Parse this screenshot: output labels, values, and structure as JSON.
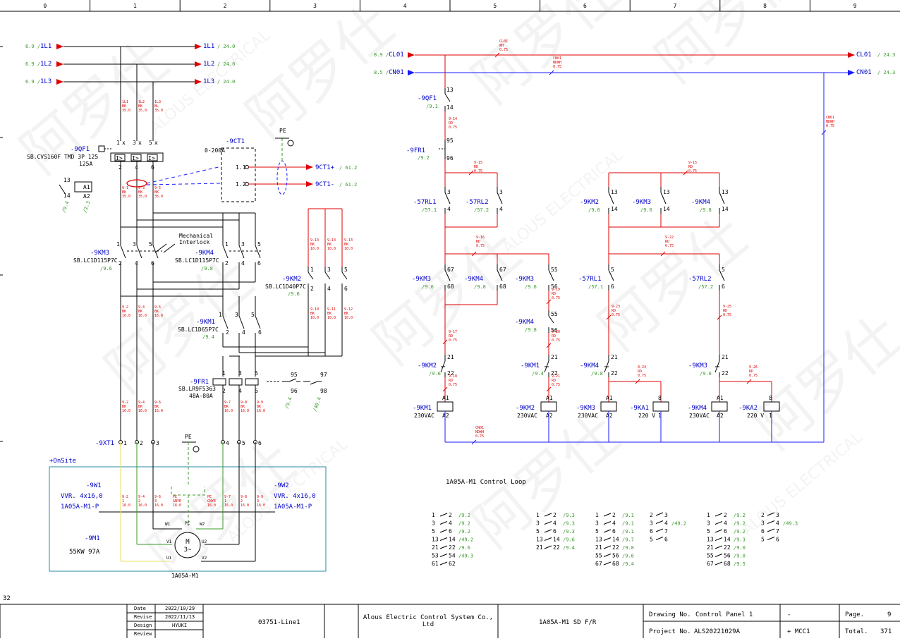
{
  "column_numbers": [
    "0",
    "1",
    "2",
    "3",
    "4",
    "5",
    "6",
    "7",
    "8",
    "9"
  ],
  "page_marker": "32",
  "left_power": {
    "feeds_in": [
      {
        "ref": "6.9 /",
        "label": "1L1"
      },
      {
        "ref": "6.9 /",
        "label": "1L2"
      },
      {
        "ref": "6.9 /",
        "label": "1L3"
      }
    ],
    "feeds_out": [
      {
        "label": "1L1",
        "ref": "/ 24.0"
      },
      {
        "label": "1L2",
        "ref": "/ 24.0"
      },
      {
        "label": "1L3",
        "ref": "/ 24.0"
      }
    ],
    "cable_labels_top": [
      [
        "1L1",
        "BK",
        "35.0"
      ],
      [
        "1L2",
        "BK",
        "35.0"
      ],
      [
        "1L3",
        "BL",
        "35.0"
      ]
    ],
    "qf1": {
      "tag": "-9QF1",
      "type": "SB.CVS160F TMD 3P 125",
      "rating": "125A",
      "aux": [
        "13",
        "14",
        "A1",
        "A2"
      ],
      "aux_refs": [
        "/9.4",
        "/2.3"
      ]
    },
    "ct1": {
      "tag": "-9CT1",
      "range": "0-200A",
      "terminals": [
        "1.1",
        "1.2"
      ],
      "outputs": [
        {
          "label": "9CT1+",
          "ref": "/ 61.2"
        },
        {
          "label": "9CT1-",
          "ref": "/ 61.2"
        }
      ],
      "pe": "PE"
    },
    "cables_after_qf": [
      [
        "9-1",
        "BK",
        "35.0"
      ],
      [
        "9-3",
        "BK",
        "35.0"
      ],
      [
        "9-5",
        "BK",
        "35.0"
      ]
    ],
    "km3": {
      "tag": "-9KM3",
      "type": "SB.LC1D115P7C",
      "ref": "/9.6"
    },
    "km4": {
      "tag": "-9KM4",
      "type": "SB.LC1D115P7C",
      "ref": "/9.8"
    },
    "interlock": [
      "Mechanical",
      "Interlock"
    ],
    "km2": {
      "tag": "-9KM2",
      "type": "SB.LC1D40P7C",
      "ref": "/9.6"
    },
    "km1": {
      "tag": "-9KM1",
      "type": "SB.LC1D65P7C",
      "ref": "/9.4"
    },
    "fr1": {
      "tag": "-9FR1",
      "type": "SB.LR9F5363",
      "range": "48A-80A",
      "contacts": [
        "95",
        "96",
        "97",
        "98"
      ],
      "refs": [
        "/9.4",
        "/40.4"
      ]
    },
    "cables_km": [
      [
        "9-2",
        "BK",
        "16.0"
      ],
      [
        "9-4",
        "BK",
        "16.0"
      ],
      [
        "9-6",
        "BK",
        "16.0"
      ]
    ],
    "cables_km2_top": [
      [
        "9-13",
        "BK",
        "10.0"
      ],
      [
        "9-13",
        "BK",
        "10.0"
      ],
      [
        "9-13",
        "BK",
        "10.0"
      ]
    ],
    "cables_km2_bot": [
      [
        "9-10",
        "BK",
        "10.0"
      ],
      [
        "9-11",
        "BK",
        "10.0"
      ],
      [
        "9-12",
        "BK",
        "10.0"
      ]
    ],
    "cables_bottom_left": [
      [
        "9-2",
        "BK",
        "16.0"
      ],
      [
        "9-4",
        "BK",
        "16.0"
      ],
      [
        "9-6",
        "BK",
        "16.0"
      ]
    ],
    "cables_bottom_right": [
      [
        "9-7",
        "BK",
        "16.0"
      ],
      [
        "9-8",
        "BK",
        "16.0"
      ],
      [
        "9-9",
        "BK",
        "16.0"
      ]
    ],
    "xt1": {
      "tag": "-9XT1",
      "terminals": [
        "1",
        "2",
        "3",
        "PE",
        "4",
        "5",
        "6"
      ]
    },
    "onsite_label": "+OnSite",
    "w1": {
      "tag": "-9W1",
      "cable": "VVR. 4x16,0",
      "dest": "1A05A-M1-P"
    },
    "w2": {
      "tag": "-9W2",
      "cable": "VVR. 4x16,0",
      "dest": "1A05A-M1-P"
    },
    "w_cables_l": [
      [
        "9-2",
        "1",
        "16.0"
      ],
      [
        "9-4",
        "2",
        "16.0"
      ],
      [
        "9-6",
        "3",
        "16.0"
      ],
      [
        "PE",
        "GNYE",
        "16.0"
      ]
    ],
    "w_cables_r": [
      [
        "PE",
        "GNYE",
        "16.0"
      ],
      [
        "9-7",
        "1",
        "16.0"
      ],
      [
        "9-8",
        "2",
        "16.0"
      ],
      [
        "9-9",
        "3",
        "16.0"
      ]
    ],
    "motor": {
      "tag": "-9M1",
      "power": "55KW 97A",
      "name": "1A05A-M1",
      "symbol": "M",
      "phase": "3~",
      "terms": [
        "W1",
        "PE",
        "W2",
        "V1",
        "U2",
        "U1",
        "V2"
      ]
    }
  },
  "control": {
    "feed_in": [
      {
        "ref": "8.9 /",
        "label": "CL01"
      },
      {
        "ref": "8.5 /",
        "label": "CN01"
      }
    ],
    "feed_out": [
      {
        "label": "CL01",
        "ref": "/ 24.3"
      },
      {
        "label": "CN01",
        "ref": "/ 24.3"
      }
    ],
    "bus_labels": [
      [
        "CL01",
        "WH",
        "0.75"
      ],
      [
        "CN01",
        "NDWH",
        "0.75"
      ],
      [
        "CN01",
        "NDWH",
        "0.75"
      ]
    ],
    "qf1": {
      "tag": "-9QF1",
      "ref": "/9.1",
      "pins": [
        "13",
        "14"
      ]
    },
    "fr1": {
      "tag": "-9FR1",
      "ref": "/9.2",
      "pins": [
        "95",
        "96"
      ]
    },
    "wires": [
      [
        "9-14",
        "RD",
        "0.75"
      ],
      [
        "9-15",
        "RD",
        "0.75"
      ],
      [
        "9-18",
        "RD",
        "0.75"
      ],
      [
        "9-16",
        "RD",
        "0.75"
      ],
      [
        "9-22",
        "RD",
        "0.75"
      ],
      [
        "9-17",
        "RD",
        "0.75"
      ],
      [
        "9-18",
        "RD",
        "0.75"
      ],
      [
        "9-19",
        "RD",
        "0.75"
      ],
      [
        "9-20",
        "RD",
        "0.75"
      ],
      [
        "9-21",
        "RD",
        "0.75"
      ],
      [
        "9-23",
        "RD",
        "0.75"
      ],
      [
        "9-25",
        "RD",
        "0.75"
      ],
      [
        "9-24",
        "RD",
        "0.75"
      ],
      [
        "9-26",
        "RD",
        "0.75"
      ],
      [
        "CN01",
        "NDWH",
        "0.75"
      ]
    ],
    "row1": [
      {
        "tag": "-57RL1",
        "ref": "/57.1",
        "pins": [
          "3",
          "4"
        ]
      },
      {
        "tag": "-57RL2",
        "ref": "/57.2",
        "pins": [
          "3",
          "4"
        ]
      },
      {
        "tag": "-9KM2",
        "ref": "/9.6",
        "pins": [
          "13",
          "14"
        ]
      },
      {
        "tag": "-9KM3",
        "ref": "/9.6",
        "pins": [
          "13",
          "14"
        ]
      },
      {
        "tag": "-9KM4",
        "ref": "/9.8",
        "pins": [
          "13",
          "14"
        ]
      }
    ],
    "row2": [
      {
        "tag": "-9KM3",
        "ref": "/9.6",
        "pins": [
          "67",
          "68"
        ]
      },
      {
        "tag": "-9KM4",
        "ref": "/9.8",
        "pins": [
          "67",
          "68"
        ]
      },
      {
        "tag": "-9KM3",
        "ref": "/9.6",
        "pins": [
          "55",
          "56"
        ]
      },
      {
        "tag": "-57RL1",
        "ref": "/57.1",
        "pins": [
          "5",
          "6"
        ]
      },
      {
        "tag": "-57RL2",
        "ref": "/57.2",
        "pins": [
          "5",
          "6"
        ]
      }
    ],
    "km4_mid": {
      "tag": "-9KM4",
      "ref": "/9.8",
      "pins": [
        "55",
        "56"
      ]
    },
    "row3": [
      {
        "tag": "-9KM2",
        "ref": "/9.6",
        "pins": [
          "21",
          "22"
        ]
      },
      {
        "tag": "-9KM1",
        "ref": "/9.4",
        "pins": [
          "21",
          "22"
        ]
      },
      {
        "tag": "-9KM4",
        "ref": "/9.8",
        "pins": [
          "21",
          "22"
        ]
      },
      {
        "tag": "-9KM3",
        "ref": "/9.6",
        "pins": [
          "21",
          "22"
        ]
      }
    ],
    "coils": [
      {
        "tag": "-9KM1",
        "volt": "230VAC"
      },
      {
        "tag": "-9KM2",
        "volt": "230VAC"
      },
      {
        "tag": "-9KM3",
        "volt": "230VAC"
      },
      {
        "tag": "-9KA1",
        "volt": "220 V"
      },
      {
        "tag": "-9KM4",
        "volt": "230VAC"
      },
      {
        "tag": "-9KA2",
        "volt": "220 V"
      }
    ],
    "coil_pins": [
      "A1",
      "A2",
      "8",
      "1"
    ],
    "title": "1A05A-M1 Control Loop"
  },
  "xref_tables": [
    {
      "rows": [
        [
          "1",
          "2",
          "/9.2"
        ],
        [
          "3",
          "4",
          "/9.2"
        ],
        [
          "5",
          "6",
          "/9.2"
        ],
        [
          "13",
          "14",
          "/49.2"
        ],
        [
          "21",
          "22",
          "/9.6"
        ],
        [
          "53",
          "54",
          "/49.3"
        ],
        [
          "61",
          "62",
          ""
        ]
      ]
    },
    {
      "rows": [
        [
          "1",
          "2",
          "/9.3"
        ],
        [
          "3",
          "4",
          "/9.3"
        ],
        [
          "5",
          "6",
          "/9.3"
        ],
        [
          "13",
          "14",
          "/9.6"
        ],
        [
          "21",
          "22",
          "/9.4"
        ]
      ]
    },
    {
      "rows": [
        [
          "1",
          "2",
          "/9.1"
        ],
        [
          "3",
          "4",
          "/9.1"
        ],
        [
          "5",
          "6",
          "/9.1"
        ],
        [
          "13",
          "14",
          "/9.7"
        ],
        [
          "21",
          "22",
          "/9.8"
        ],
        [
          "55",
          "56",
          "/9.6"
        ],
        [
          "67",
          "68",
          "/9.4"
        ]
      ]
    },
    {
      "rows": [
        [
          "2",
          "3",
          ""
        ],
        [
          "3",
          "4",
          "/49.2"
        ],
        [
          "6",
          "7",
          ""
        ],
        [
          "5",
          "6",
          ""
        ]
      ]
    },
    {
      "rows": [
        [
          "1",
          "2",
          "/9.2"
        ],
        [
          "3",
          "4",
          "/9.2"
        ],
        [
          "5",
          "6",
          "/9.2"
        ],
        [
          "13",
          "14",
          "/9.3"
        ],
        [
          "21",
          "22",
          "/9.0"
        ],
        [
          "55",
          "56",
          "/9.0"
        ],
        [
          "67",
          "68",
          "/9.5"
        ]
      ]
    },
    {
      "rows": [
        [
          "2",
          "3",
          ""
        ],
        [
          "3",
          "4",
          "/49.3"
        ],
        [
          "6",
          "7",
          ""
        ],
        [
          "5",
          "6",
          ""
        ]
      ]
    }
  ],
  "title_block": {
    "date_label": "Date",
    "date": "2022/10/29",
    "revise_label": "Revise",
    "revise": "2022/11/13",
    "design_label": "Design",
    "design": "HYUKI",
    "review_label": "Review",
    "review": "",
    "project_line": "03751-Line1",
    "company": "Alous Electric Control System Co., Ltd",
    "drawing_title": "1A05A-M1 SD F/R",
    "drawing_no_label": "Drawing No.",
    "drawing_no": "Control Panel 1",
    "project_no_label": "Project No.",
    "project_no": "ALS20221029A",
    "dash": "-",
    "mcc": "+ MCC1",
    "page_label": "Page.",
    "page": "9",
    "total_label": "Total.",
    "total": "371"
  },
  "watermark": "ALOUS ELECTRICAL"
}
